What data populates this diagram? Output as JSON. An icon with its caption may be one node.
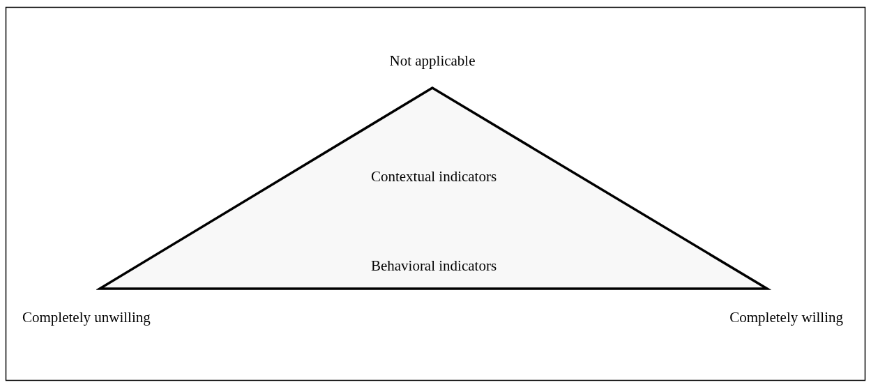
{
  "diagram": {
    "nodes": [
      {
        "text": [
          "Contextual indicators",
          "Behavioral indicators"
        ]
      }
    ],
    "labels": [
      "Not applicable",
      "Completely unwilling",
      "Completely willing"
    ]
  }
}
